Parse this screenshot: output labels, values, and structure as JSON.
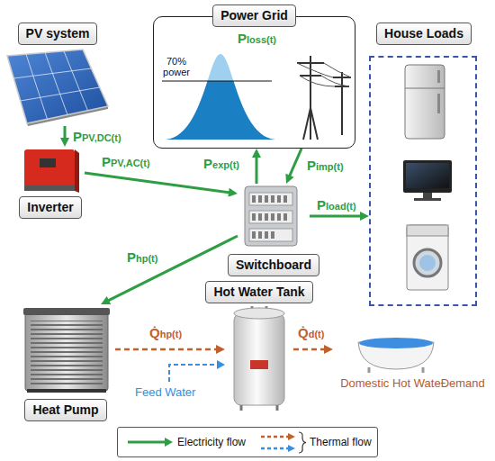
{
  "diagram": {
    "nodes": [
      {
        "text": [
          "PV system"
        ]
      },
      {
        "text": [
          "Power Grid"
        ]
      },
      {
        "text": [
          "House Loads"
        ]
      },
      {
        "text": [
          "Inverter"
        ]
      },
      {
        "text": [
          "Switchboard"
        ]
      },
      {
        "text": [
          "Heat Pump"
        ]
      },
      {
        "text": [
          "Hot Water Tank"
        ]
      },
      {
        "text": [
          "Domestic Hot WateĐemand"
        ]
      }
    ],
    "edges": [
      {
        "from": 0,
        "to": 3,
        "label": "PPV,DC(t)",
        "arrow": "to"
      },
      {
        "from": 3,
        "to": 4,
        "label": "PPV,AC(t)",
        "arrow": "to"
      },
      {
        "from": 4,
        "to": 1,
        "label": "Pexp(t)",
        "arrow": "to"
      },
      {
        "from": 1,
        "to": 4,
        "label": "Pimp(t)",
        "arrow": "to"
      },
      {
        "from": 4,
        "to": 2,
        "label": "Pload(t)",
        "arrow": "to"
      },
      {
        "from": 4,
        "to": 5,
        "label": "Php(t)",
        "arrow": "to"
      },
      {
        "from": 5,
        "to": 6,
        "label": "Q̇hp(t)",
        "arrow": "to"
      },
      {
        "from": 6,
        "to": 7,
        "label": "Q̇d(t)",
        "arrow": "to"
      }
    ],
    "labels": [
      "70% power",
      "Ploss(t)",
      "Feed Water"
    ],
    "legend": [
      {
        "text": "Electricity flow"
      },
      {
        "text": "Thermal flow"
      }
    ]
  }
}
